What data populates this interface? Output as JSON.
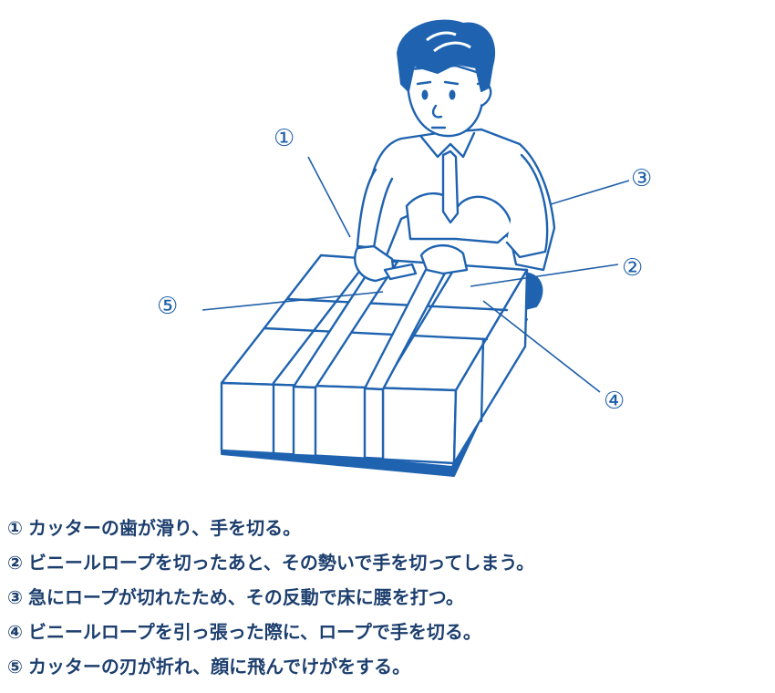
{
  "callouts": [
    "①",
    "②",
    "③",
    "④",
    "⑤"
  ],
  "hazards": [
    {
      "num": "①",
      "text": "カッターの歯が滑り、手を切る。"
    },
    {
      "num": "②",
      "text": "ビニールロープを切ったあと、その勢いで手を切ってしまう。"
    },
    {
      "num": "③",
      "text": "急にロープが切れたため、その反動で床に腰を打つ。"
    },
    {
      "num": "④",
      "text": "ビニールロープを引っ張った際に、ロープで手を切る。"
    },
    {
      "num": "⑤",
      "text": "カッターの刃が折れ、顔に飛んでけがをする。"
    }
  ],
  "colors": {
    "line": "#1f63b0",
    "text": "#1d3f6e",
    "background": "#ffffff"
  }
}
